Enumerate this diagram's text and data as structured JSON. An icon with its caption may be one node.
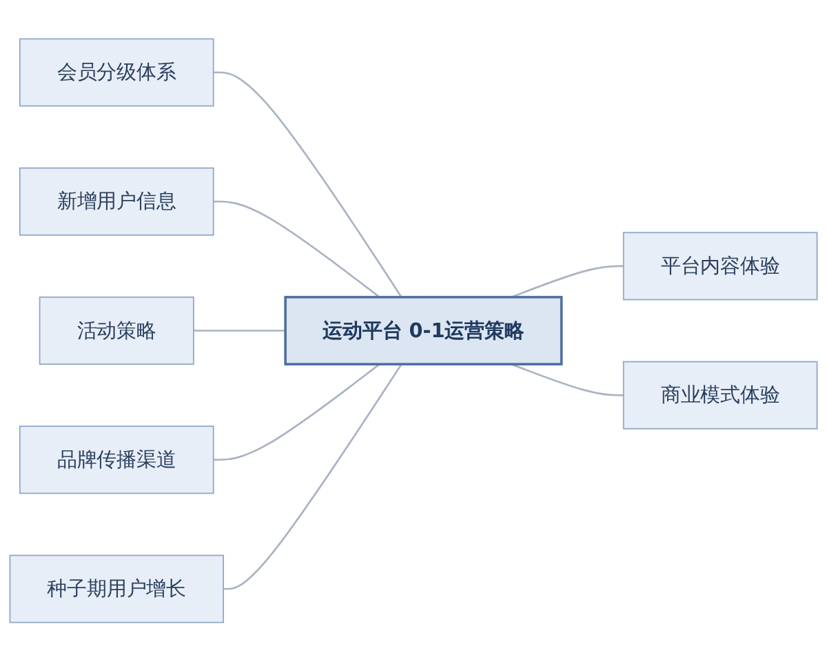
{
  "diagram": {
    "nodes": [
      {
        "text": [
          "运动平台 0-1运营策略"
        ]
      },
      {
        "text": [
          "会员分级体系"
        ]
      },
      {
        "text": [
          "新增用户信息"
        ]
      },
      {
        "text": [
          "活动策略"
        ]
      },
      {
        "text": [
          "品牌传播渠道"
        ]
      },
      {
        "text": [
          "种子期用户增长"
        ]
      },
      {
        "text": [
          "平台内容体验"
        ]
      },
      {
        "text": [
          "商业模式体验"
        ]
      }
    ],
    "edges": [
      {
        "from": 1,
        "to": 0,
        "arrow": "none"
      },
      {
        "from": 2,
        "to": 0,
        "arrow": "none"
      },
      {
        "from": 3,
        "to": 0,
        "arrow": "none"
      },
      {
        "from": 4,
        "to": 0,
        "arrow": "none"
      },
      {
        "from": 5,
        "to": 0,
        "arrow": "none"
      },
      {
        "from": 0,
        "to": 6,
        "arrow": "none"
      },
      {
        "from": 0,
        "to": 7,
        "arrow": "none"
      }
    ]
  }
}
